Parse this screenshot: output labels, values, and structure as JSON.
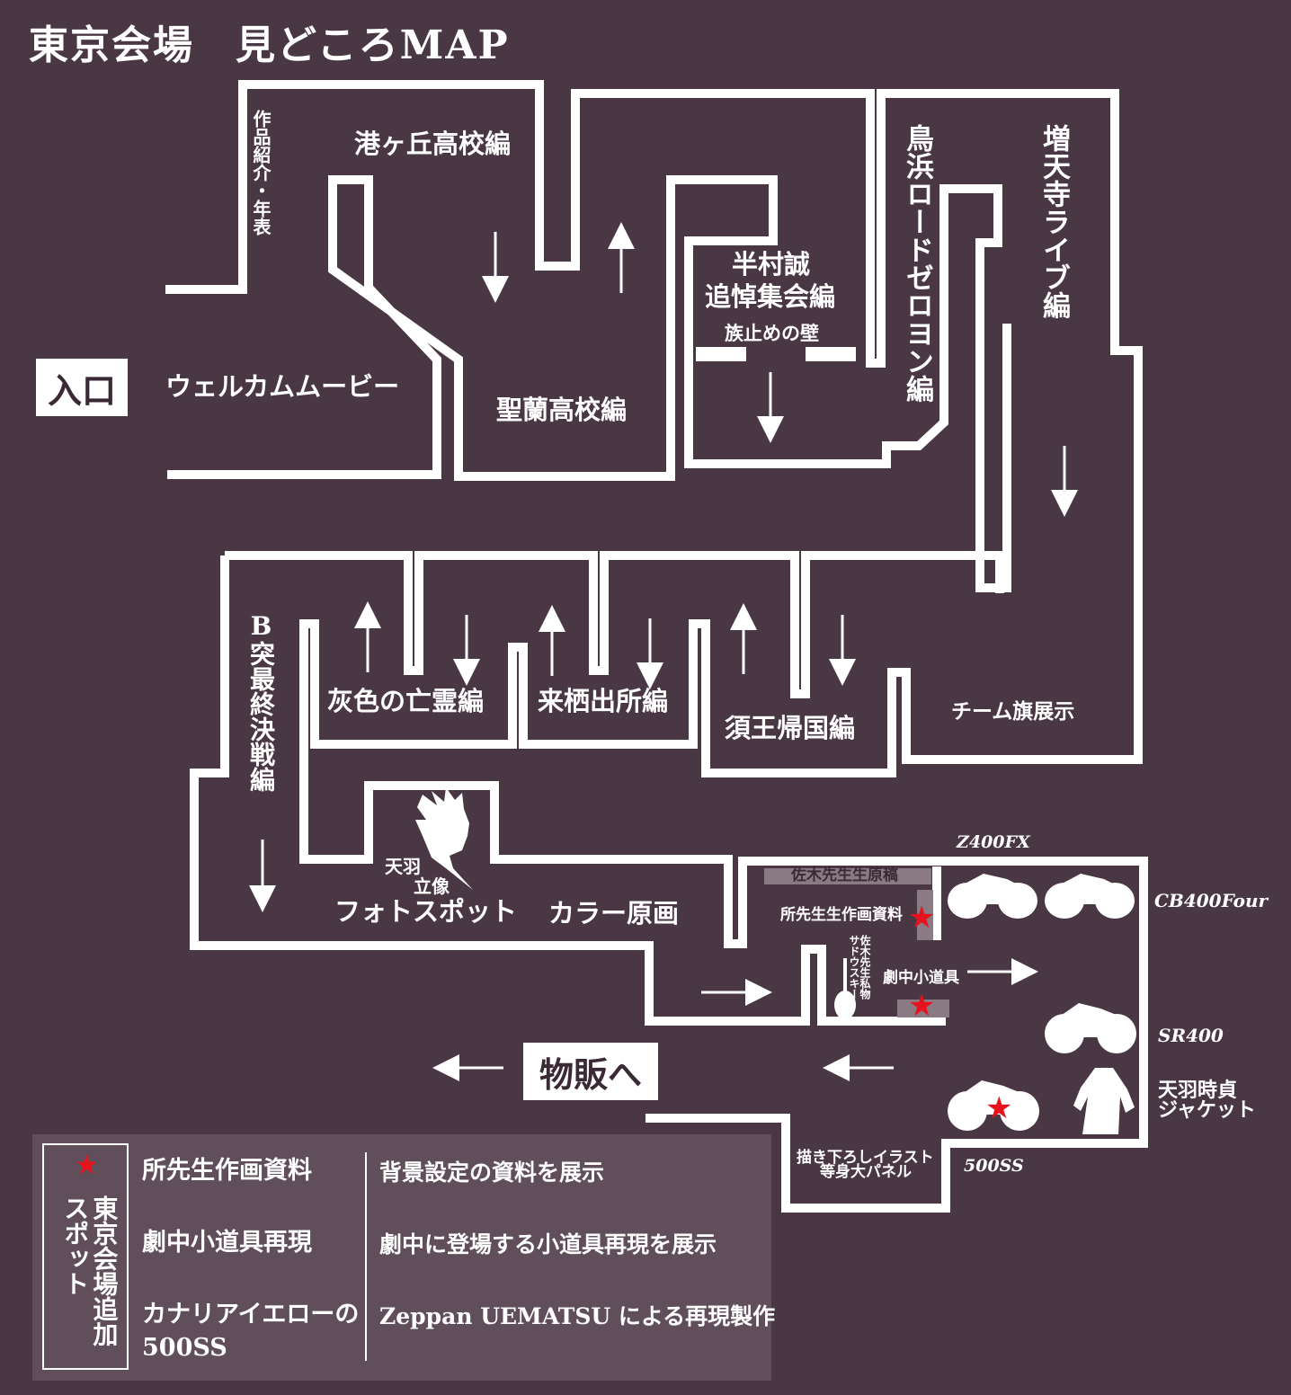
{
  "title": "東京会場　見どころMAP",
  "entrance": "入口",
  "goods": "物販へ",
  "labels": {
    "works_timeline": "作品紹介・年表",
    "minato": "港ヶ丘高校編",
    "welcome": "ウェルカムムービー",
    "seiran": "聖蘭高校編",
    "hanmura_1": "半村誠",
    "hanmura_2": "追悼集会編",
    "flag_wall": "族止めの壁",
    "torihama": "鳥浜ロードゼロヨン編",
    "zotenji": "増天寺ライブ編",
    "b_toppa": "B突最終決戦編",
    "haiiro": "灰色の亡霊編",
    "raisei": "来栖出所編",
    "suo": "須王帰国編",
    "team_flag": "チーム旗展示",
    "amaba_1": "天羽",
    "amaba_2": "立像",
    "photo_spot": "フォトスポット",
    "color_art": "カラー原画",
    "saki_manuscript": "佐木先生生原稿",
    "tokoro_materials": "所先生生作画資料",
    "saki_private": "佐木先生私物",
    "saki_sadowsky": "サドウスキー",
    "props": "劇中小道具",
    "panel_1": "描き下ろしイラスト",
    "panel_2": "等身大パネル",
    "z400fx": "Z400FX",
    "cb400four": "CB400Four",
    "sr400": "SR400",
    "ss500": "500SS",
    "jacket_1": "天羽時貞",
    "jacket_2": "ジャケット"
  },
  "legend": {
    "title": "東京会場追加スポット",
    "items": [
      {
        "name": "所先生作画資料",
        "desc": "背景設定の資料を展示"
      },
      {
        "name": "劇中小道具再現",
        "desc": "劇中に登場する小道具再現を展示"
      },
      {
        "name": "カナリアイエローの500SS",
        "desc": "Zeppan UEMATSU による再現製作"
      }
    ]
  },
  "colors": {
    "background": "#4a3744",
    "walls": "#ffffff",
    "star": "#e8121c",
    "shelf": "#8a7a84"
  },
  "icons": [
    "star-icon",
    "arrow-icon",
    "motorcycle-icon",
    "jacket-icon",
    "statue-silhouette-icon",
    "guitar-icon"
  ]
}
